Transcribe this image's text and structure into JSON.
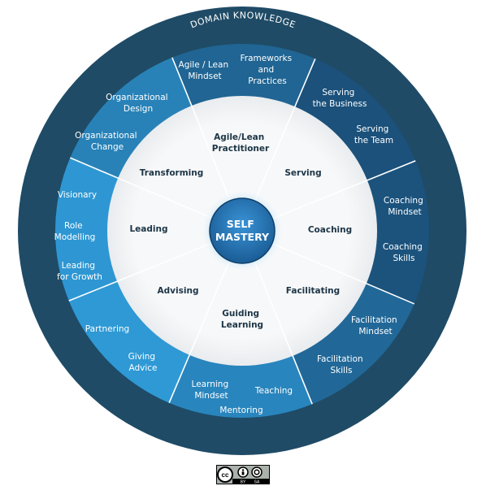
{
  "colors": {
    "outer_ring": "#1f4b66",
    "inner_disc": "#f4f5f6",
    "divider": "#ffffff",
    "center_core": "#1f78b9",
    "segment_dark": "#1a4f78",
    "segment_light": "#2f9bd8"
  },
  "wheel": {
    "outer_title": "DOMAIN KNOWLEDGE",
    "center": {
      "line1": "SELF",
      "line2": "MASTERY"
    },
    "competencies": [
      {
        "line1": "Agile/Lean",
        "line2": "Practitioner"
      },
      {
        "line1": "Serving",
        "line2": ""
      },
      {
        "line1": "Coaching",
        "line2": ""
      },
      {
        "line1": "Facilitating",
        "line2": ""
      },
      {
        "line1": "Guiding",
        "line2": "Learning"
      },
      {
        "line1": "Advising",
        "line2": ""
      },
      {
        "line1": "Leading",
        "line2": ""
      },
      {
        "line1": "Transforming",
        "line2": ""
      }
    ],
    "outer_items": [
      {
        "line1": "Agile / Lean",
        "line2": "Mindset"
      },
      {
        "line1": "Frameworks",
        "line2": "and",
        "line3": "Practices"
      },
      {
        "line1": "Serving",
        "line2": "the Business"
      },
      {
        "line1": "Serving",
        "line2": "the Team"
      },
      {
        "line1": "Coaching",
        "line2": "Mindset"
      },
      {
        "line1": "Coaching",
        "line2": "Skills"
      },
      {
        "line1": "Facilitation",
        "line2": "Mindset"
      },
      {
        "line1": "Facilitation",
        "line2": "Skills"
      },
      {
        "line1": "Teaching",
        "line2": ""
      },
      {
        "line1": "Mentoring",
        "line2": ""
      },
      {
        "line1": "Learning",
        "line2": "Mindset"
      },
      {
        "line1": "Giving",
        "line2": "Advice"
      },
      {
        "line1": "Partnering",
        "line2": ""
      },
      {
        "line1": "Leading",
        "line2": "for Growth"
      },
      {
        "line1": "Role",
        "line2": "Modelling"
      },
      {
        "line1": "Visionary",
        "line2": ""
      },
      {
        "line1": "Organizational",
        "line2": "Change"
      },
      {
        "line1": "Organizational",
        "line2": "Design"
      }
    ]
  },
  "license_badge": {
    "cc": "cc",
    "by": "BY",
    "sa": "SA"
  }
}
